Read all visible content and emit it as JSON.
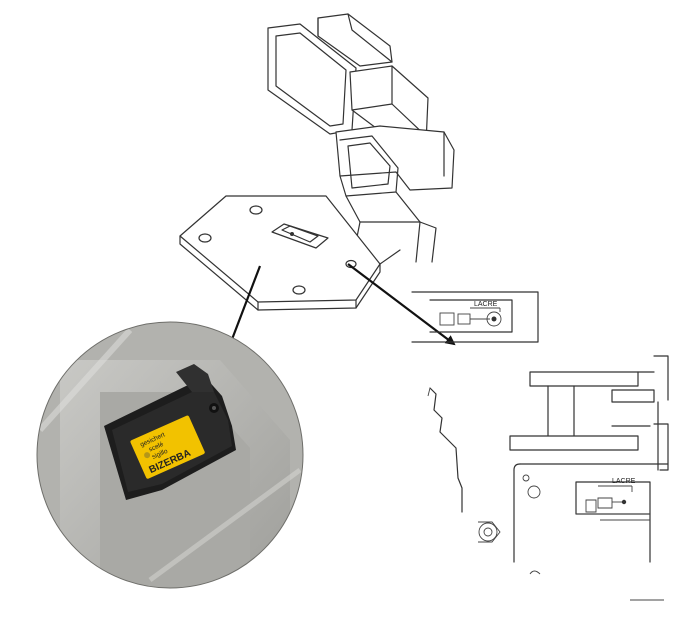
{
  "detail_top": {
    "label": "LACRE"
  },
  "detail_bottom": {
    "label": "LACRE"
  },
  "photo": {
    "sticker_line_1": "gesichert",
    "sticker_line_2": "scelé",
    "sticker_line_3": "sigillo",
    "sticker_brand": "BIZERBA",
    "sticker_color": "#f2c200"
  },
  "colors": {
    "arrow": "#111111",
    "drawing_line": "#333333"
  }
}
